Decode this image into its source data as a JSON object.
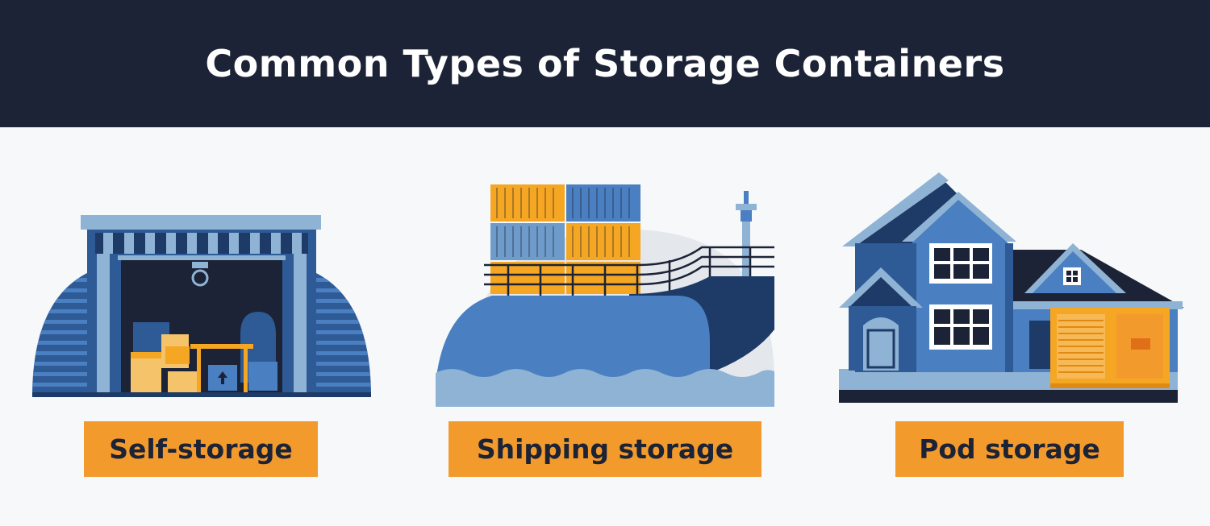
{
  "title": "Common Types of Storage Containers",
  "colors": {
    "header_bg": "#1c2336",
    "label_bg": "#f39a2c",
    "navy": "#1e3a66",
    "mid_blue": "#4a7fc1",
    "light_blue": "#8fb3d4",
    "orange": "#f5a623",
    "box_tan": "#f5c36a"
  },
  "items": [
    {
      "label": "Self-storage",
      "icon": "storage-unit-icon"
    },
    {
      "label": "Shipping storage",
      "icon": "container-ship-icon"
    },
    {
      "label": "Pod storage",
      "icon": "house-with-pod-icon"
    }
  ]
}
